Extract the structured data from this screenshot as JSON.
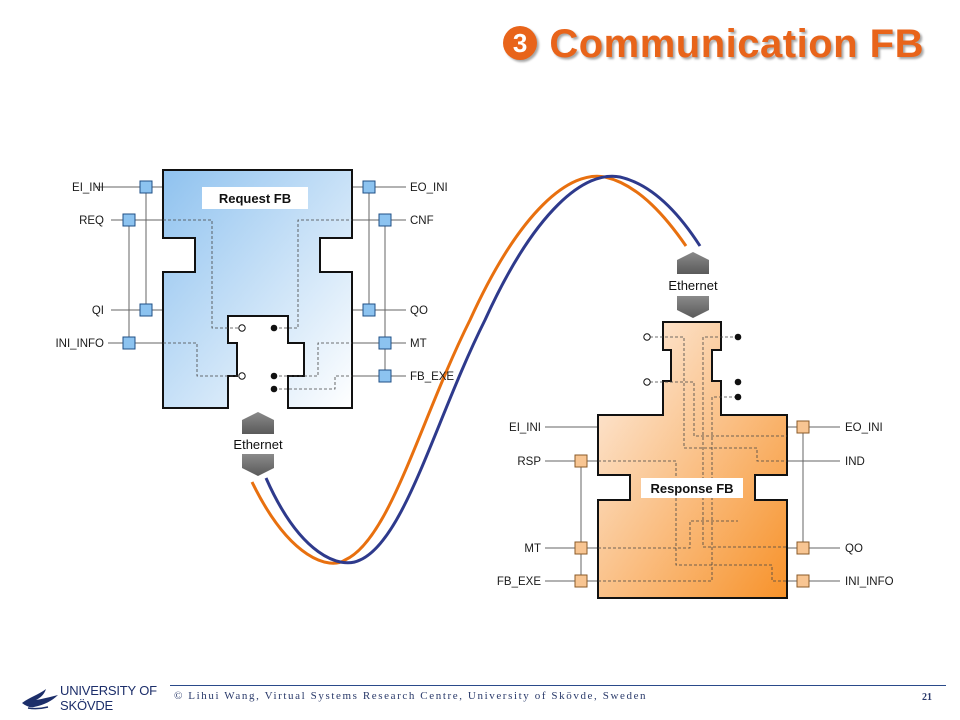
{
  "title": {
    "number": "❸",
    "text": "Communication FB"
  },
  "request_fb": {
    "title": "Request FB",
    "left_ports": [
      "EI_INI",
      "REQ",
      "QI",
      "INI_INFO"
    ],
    "right_ports": [
      "EO_INI",
      "CNF",
      "QO",
      "MT",
      "FB_EXE"
    ]
  },
  "response_fb": {
    "title": "Response FB",
    "left_ports": [
      "EI_INI",
      "RSP",
      "MT",
      "FB_EXE"
    ],
    "right_ports": [
      "EO_INI",
      "IND",
      "QO",
      "INI_INFO"
    ]
  },
  "ethernet_left": "Ethernet",
  "ethernet_right": "Ethernet",
  "footer": "© Lihui Wang, Virtual Systems Research Centre, University of Skövde, Sweden",
  "page_number": "21",
  "logo": {
    "line1": "UNIVERSITY OF",
    "line2": "SKÖVDE"
  },
  "colors": {
    "title": "#e8641a",
    "cable_orange": "#e8700f",
    "cable_blue": "#2e3a8c",
    "request_fill": "#9cc8f0",
    "response_fill": "#f7962e"
  }
}
